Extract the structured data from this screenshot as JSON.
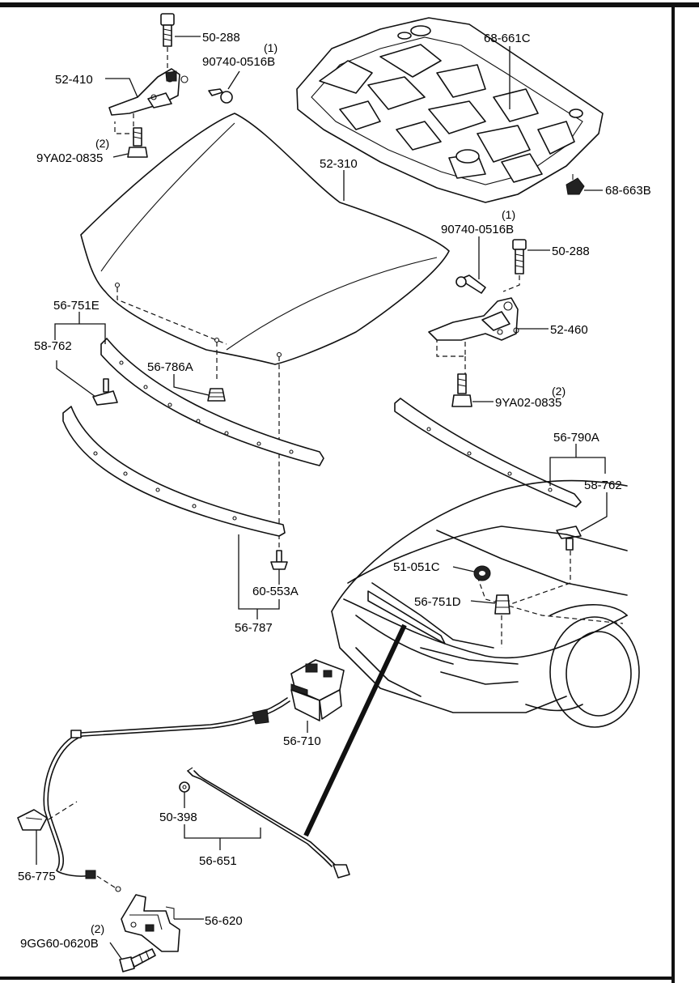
{
  "parts": {
    "p50_288_a": "50-288",
    "p52_410": "52-410",
    "p90740_a_qty": "(1)",
    "p90740_a": "90740-0516B",
    "p9ya02_a_qty": "(2)",
    "p9ya02_a": "9YA02-0835",
    "p68_661c": "68-661C",
    "p52_310": "52-310",
    "p68_663b": "68-663B",
    "p90740_b_qty": "(1)",
    "p90740_b": "90740-0516B",
    "p50_288_b": "50-288",
    "p52_460": "52-460",
    "p9ya02_b_qty": "(2)",
    "p9ya02_b": "9YA02-0835",
    "p56_751e": "56-751E",
    "p58_762_a": "58-762",
    "p56_786a": "56-786A",
    "p56_790a": "56-790A",
    "p58_762_b": "58-762",
    "p51_051c": "51-051C",
    "p56_751d": "56-751D",
    "p60_553a": "60-553A",
    "p56_787": "56-787",
    "p56_710": "56-710",
    "p50_398": "50-398",
    "p56_651": "56-651",
    "p56_775": "56-775",
    "p56_620": "56-620",
    "p9gg60_qty": "(2)",
    "p9gg60": "9GG60-0620B"
  }
}
